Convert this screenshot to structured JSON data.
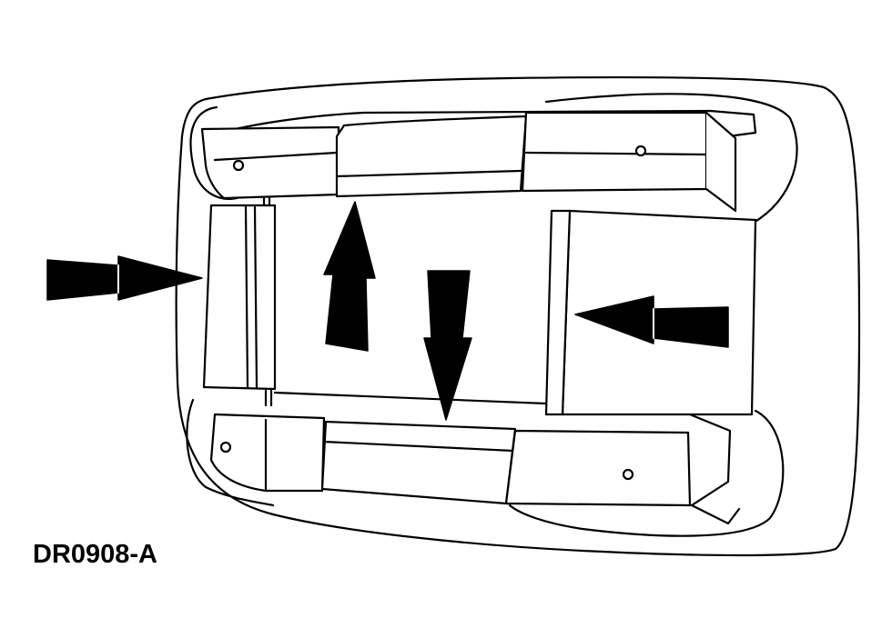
{
  "figure": {
    "label": "DR0908-A",
    "subject": "seat-frame-underside",
    "colors": {
      "ink": "#000000",
      "paper": "#ffffff"
    }
  },
  "arrows": [
    {
      "name": "push-right-arrow-icon",
      "direction": "right"
    },
    {
      "name": "push-left-arrow-icon",
      "direction": "left"
    },
    {
      "name": "move-up-arrow-icon",
      "direction": "up"
    },
    {
      "name": "move-down-arrow-icon",
      "direction": "down"
    }
  ]
}
